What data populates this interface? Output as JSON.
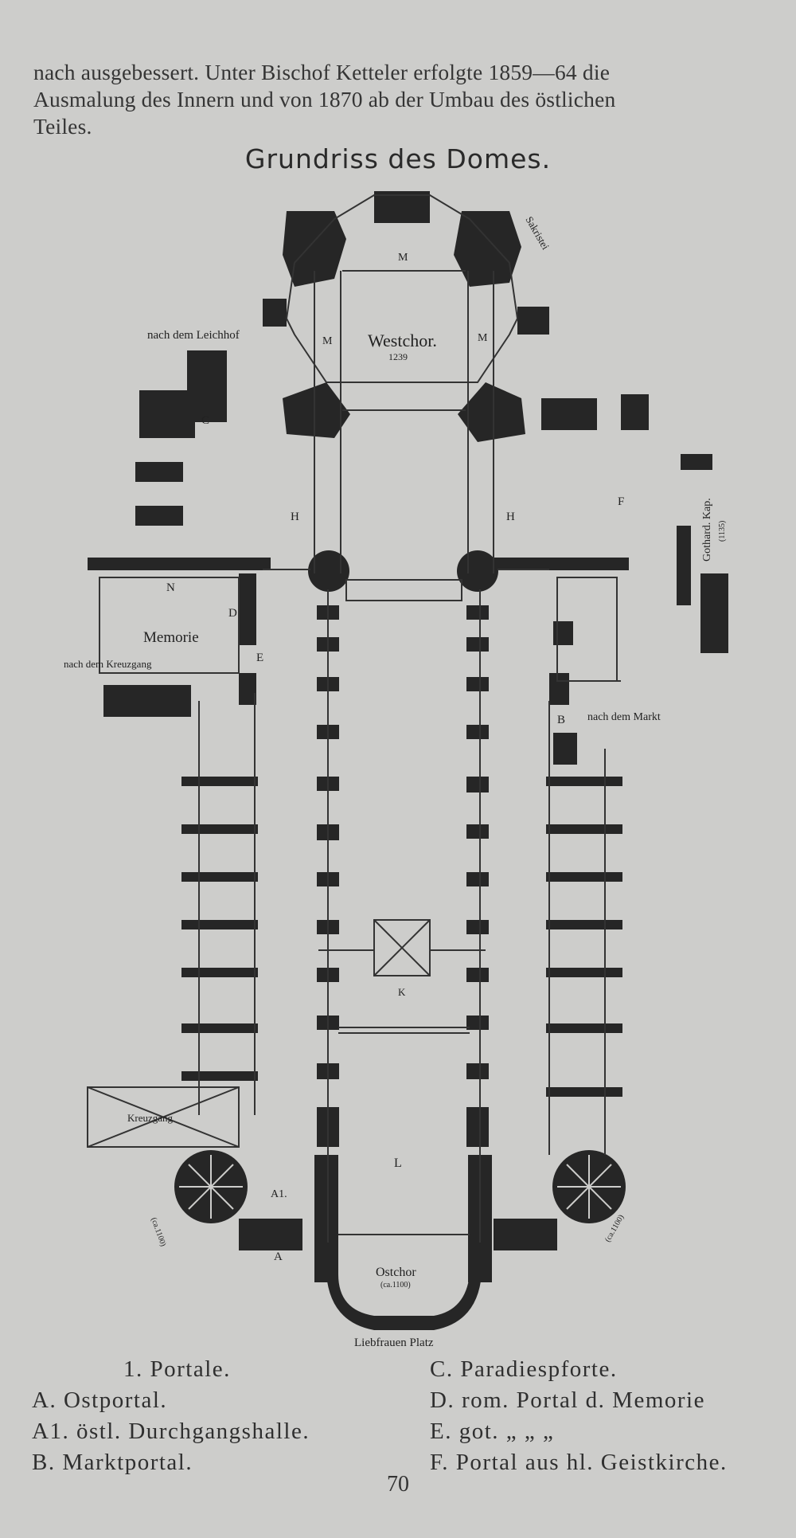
{
  "paragraph": {
    "line1": "nach ausgebessert. Unter Bischof Ketteler erfolgte 1859—64 die",
    "line2": "Ausmalung des Innern und von 1870 ab der Umbau des östlichen",
    "line3": "Teiles."
  },
  "title": "Grundriss des Domes.",
  "plan": {
    "westchor": "Westchor.",
    "westchor_year": "1239",
    "ostchor": "Ostchor",
    "ostchor_year": "(ca.1100)",
    "memorie": "Memorie",
    "leichhof": "nach dem Leichhof",
    "kreuzgang_exit": "nach dem Kreuzgang",
    "markt": "nach dem Markt",
    "kreuzgang": "Kreuzgang",
    "liebfrauen": "Liebfrauen Platz",
    "sakristei": "Sakristei",
    "gothard": "Gothard. Kap.",
    "gothard_year": "(1135)",
    "letter_M": "M",
    "letter_K": "K",
    "letter_L": "L",
    "letter_H": "H",
    "letter_A": "A",
    "letter_A1": "A1.",
    "letter_B": "B",
    "letter_C": "C",
    "letter_D": "D",
    "letter_E": "E",
    "letter_F": "F",
    "letter_N": "N",
    "year_left_tower": "(ca.1100)",
    "year_right_tower": "(ca.1100)"
  },
  "legend": {
    "left": [
      "1. Portale.",
      "A. Ostportal.",
      "A1. östl. Durchgangshalle.",
      "B. Marktportal."
    ],
    "right": [
      "C. Paradiespforte.",
      "D. rom. Portal d. Memorie",
      "E. got.   „       „       „",
      "F. Portal aus hl. Geistkirche."
    ]
  },
  "page_number": "70"
}
